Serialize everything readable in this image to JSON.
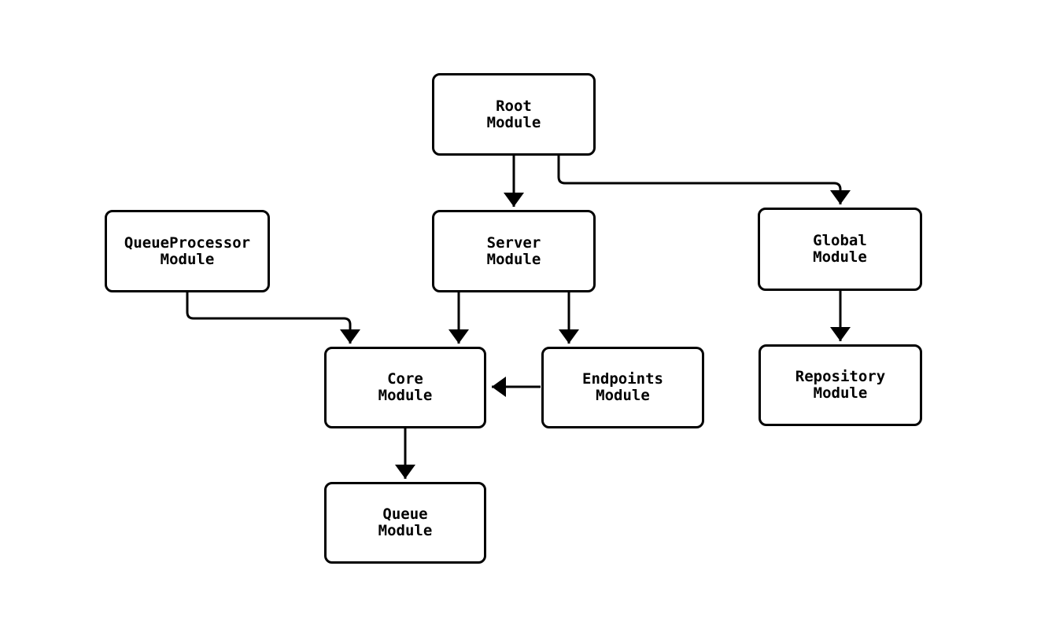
{
  "diagram": {
    "type": "flowchart",
    "direction": "top-down",
    "nodes": [
      {
        "id": "root",
        "label": "Root\nModule"
      },
      {
        "id": "queueprocessor",
        "label": "QueueProcessor\nModule"
      },
      {
        "id": "server",
        "label": "Server\nModule"
      },
      {
        "id": "global",
        "label": "Global\nModule"
      },
      {
        "id": "core",
        "label": "Core\nModule"
      },
      {
        "id": "endpoints",
        "label": "Endpoints\nModule"
      },
      {
        "id": "repository",
        "label": "Repository\nModule"
      },
      {
        "id": "queue",
        "label": "Queue\nModule"
      }
    ],
    "edges": [
      {
        "from": "Root Module",
        "to": "Server Module"
      },
      {
        "from": "Root Module",
        "to": "Global Module"
      },
      {
        "from": "QueueProcessor Module",
        "to": "Core Module"
      },
      {
        "from": "Server Module",
        "to": "Core Module"
      },
      {
        "from": "Server Module",
        "to": "Endpoints Module"
      },
      {
        "from": "Endpoints Module",
        "to": "Core Module"
      },
      {
        "from": "Global Module",
        "to": "Repository Module"
      },
      {
        "from": "Core Module",
        "to": "Queue Module"
      }
    ],
    "colors": {
      "background": "#ffffff",
      "node_fill": "#ffffff",
      "node_border": "#000000",
      "edge": "#000000",
      "text": "#000000"
    }
  }
}
